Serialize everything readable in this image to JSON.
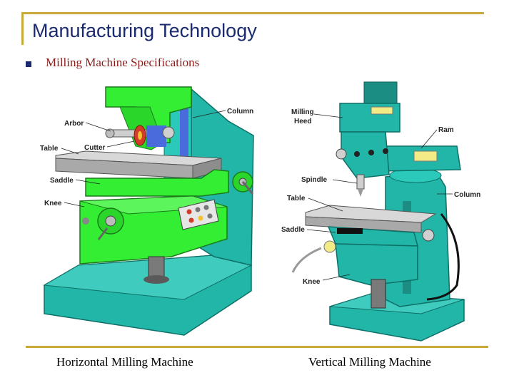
{
  "slide": {
    "title": "Manufacturing Technology",
    "bullet": "Milling Machine Specifications"
  },
  "horizontal_machine": {
    "caption": "Horizontal Milling Machine",
    "labels": {
      "arbor": "Arbor",
      "table": "Table",
      "cutter": "Cutter",
      "saddle": "Saddle",
      "knee": "Knee",
      "column": "Column"
    }
  },
  "vertical_machine": {
    "caption": "Vertical Milling Machine",
    "labels": {
      "milling_head_line1": "Milling",
      "milling_head_line2": "Heed",
      "ram": "Ram",
      "spindle": "Spindle",
      "table": "Table",
      "column": "Column",
      "saddle": "Saddle",
      "knee": "Knee"
    }
  },
  "colors": {
    "accent_gold": "#c8a93a",
    "title_navy": "#1a2a6e",
    "subtitle_red": "#8a1a1a",
    "machine_green": "#33ee33",
    "machine_teal": "#22b6a8",
    "table_gray": "#a9a9a9"
  }
}
